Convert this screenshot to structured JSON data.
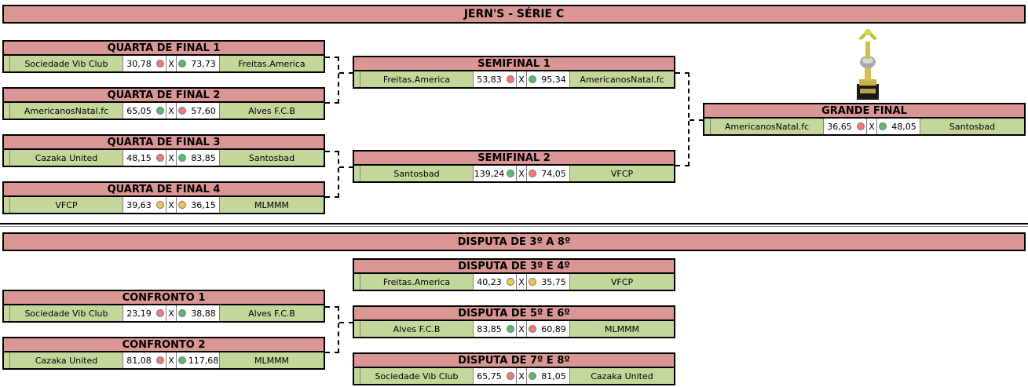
{
  "title": "JERN'S - SÉRIE C",
  "colors": {
    "header": "#da9694",
    "team": "#c4d79b",
    "win": "#5bb870",
    "lose": "#f07a7a",
    "draw": "#f5c34a"
  },
  "trophy": "trophy-icon",
  "bracket": {
    "qf1": {
      "title": "QUARTA DE FINAL 1",
      "home": "Sociedade Vib Club",
      "home_score": "30,78",
      "away": "Freitas.America",
      "away_score": "73,73",
      "home_status": "lose",
      "away_status": "win"
    },
    "qf2": {
      "title": "QUARTA DE FINAL 2",
      "home": "AmericanosNatal.fc",
      "home_score": "65,05",
      "away": "Alves F.C.B",
      "away_score": "57,60",
      "home_status": "win",
      "away_status": "lose"
    },
    "qf3": {
      "title": "QUARTA DE FINAL 3",
      "home": "Cazaka United",
      "home_score": "48,15",
      "away": "Santosbad",
      "away_score": "83,85",
      "home_status": "lose",
      "away_status": "win"
    },
    "qf4": {
      "title": "QUARTA DE FINAL 4",
      "home": "VFCP",
      "home_score": "39,63",
      "away": "MLMMM",
      "away_score": "36,15",
      "home_status": "draw",
      "away_status": "draw"
    },
    "sf1": {
      "title": "SEMIFINAL 1",
      "home": "Freitas.America",
      "home_score": "53,83",
      "away": "AmericanosNatal.fc",
      "away_score": "95,34",
      "home_status": "lose",
      "away_status": "win"
    },
    "sf2": {
      "title": "SEMIFINAL 2",
      "home": "Santosbad",
      "home_score": "139,24",
      "away": "VFCP",
      "away_score": "74,05",
      "home_status": "win",
      "away_status": "lose"
    },
    "final": {
      "title": "GRANDE FINAL",
      "home": "AmericanosNatal.fc",
      "home_score": "36,65",
      "away": "Santosbad",
      "away_score": "48,05",
      "home_status": "lose",
      "away_status": "win"
    }
  },
  "placement": {
    "title": "DISPUTA DE 3º A 8º",
    "c1": {
      "title": "CONFRONTO 1",
      "home": "Sociedade Vib Club",
      "home_score": "23,19",
      "away": "Alves F.C.B",
      "away_score": "38,88",
      "home_status": "lose",
      "away_status": "win"
    },
    "c2": {
      "title": "CONFRONTO 2",
      "home": "Cazaka United",
      "home_score": "81,08",
      "away": "MLMMM",
      "away_score": "117,68",
      "home_status": "lose",
      "away_status": "win"
    },
    "p34": {
      "title": "DISPUTA DE 3º E 4º",
      "home": "Freitas.America",
      "home_score": "40,23",
      "away": "VFCP",
      "away_score": "35,75",
      "home_status": "draw",
      "away_status": "draw"
    },
    "p56": {
      "title": "DISPUTA DE 5º E 6º",
      "home": "Alves F.C.B",
      "home_score": "83,85",
      "away": "MLMMM",
      "away_score": "60,89",
      "home_status": "win",
      "away_status": "lose"
    },
    "p78": {
      "title": "DISPUTA DE 7º E 8º",
      "home": "Sociedade Vib Club",
      "home_score": "65,75",
      "away": "Cazaka United",
      "away_score": "81,05",
      "home_status": "lose",
      "away_status": "win"
    }
  },
  "vs_label": "X"
}
